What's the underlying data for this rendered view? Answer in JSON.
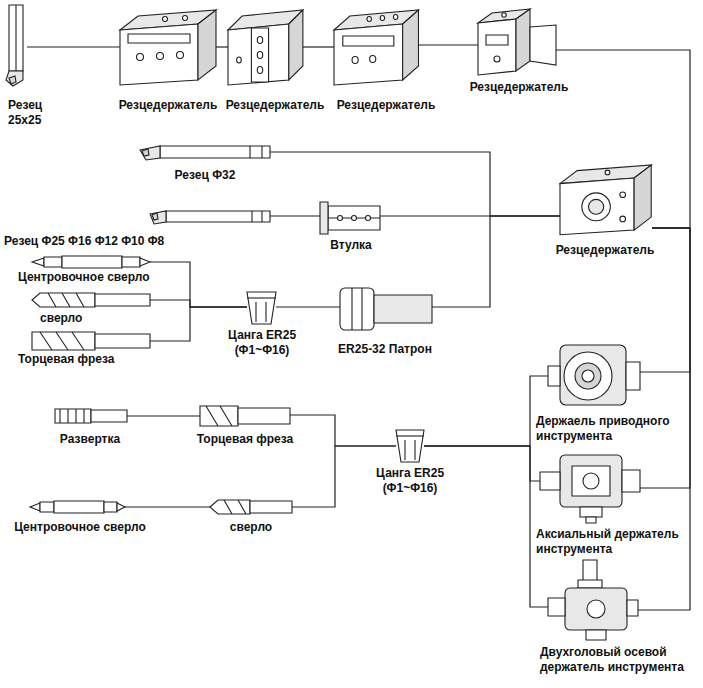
{
  "diagram": {
    "nodes": [
      {
        "text": [
          "Резец 25x25"
        ]
      },
      {
        "text": [
          "Резцедержатель"
        ]
      },
      {
        "text": [
          "Резцедержатель"
        ]
      },
      {
        "text": [
          "Резцедержатель"
        ]
      },
      {
        "text": [
          "Резцедержатель"
        ]
      },
      {
        "text": [
          "Резец Φ32"
        ]
      },
      {
        "text": [
          "Резец Φ25 Φ16 Φ12 Φ10 Φ8"
        ]
      },
      {
        "text": [
          "Втулка"
        ]
      },
      {
        "text": [
          "Резцедержатель"
        ]
      },
      {
        "text": [
          "Центровочное сверло"
        ]
      },
      {
        "text": [
          "сверло"
        ]
      },
      {
        "text": [
          "Торцевая фреза"
        ]
      },
      {
        "text": [
          "Цанга ER25 (Φ1~Φ16)"
        ]
      },
      {
        "text": [
          "ER25-32 Патрон"
        ]
      },
      {
        "text": [
          "Держаель приводного инструмента"
        ]
      },
      {
        "text": [
          "Аксиальный держатель инструмента"
        ]
      },
      {
        "text": [
          "Двухголовый осевой держатель инструмента"
        ]
      },
      {
        "text": [
          "Развертка"
        ]
      },
      {
        "text": [
          "Торцевая фреза"
        ]
      },
      {
        "text": [
          "Центровочное сверло"
        ]
      },
      {
        "text": [
          "сверло"
        ]
      },
      {
        "text": [
          "Цанга ER25 (Φ1~Φ16)"
        ]
      }
    ],
    "edges": [
      {
        "from": 0,
        "to": 1,
        "arrow": "none"
      },
      {
        "from": 1,
        "to": 2,
        "arrow": "none"
      },
      {
        "from": 2,
        "to": 3,
        "arrow": "none"
      },
      {
        "from": 3,
        "to": 4,
        "arrow": "none"
      },
      {
        "from": 4,
        "to": 8,
        "arrow": "none"
      },
      {
        "from": 5,
        "to": 8,
        "arrow": "none"
      },
      {
        "from": 6,
        "to": 7,
        "arrow": "none"
      },
      {
        "from": 7,
        "to": 8,
        "arrow": "none"
      },
      {
        "from": 9,
        "to": 12,
        "arrow": "none"
      },
      {
        "from": 10,
        "to": 12,
        "arrow": "none"
      },
      {
        "from": 11,
        "to": 12,
        "arrow": "none"
      },
      {
        "from": 12,
        "to": 13,
        "arrow": "none"
      },
      {
        "from": 13,
        "to": 8,
        "arrow": "none"
      },
      {
        "from": 8,
        "to": 14,
        "arrow": "none"
      },
      {
        "from": 8,
        "to": 15,
        "arrow": "none"
      },
      {
        "from": 8,
        "to": 16,
        "arrow": "none"
      },
      {
        "from": 17,
        "to": 18,
        "arrow": "none"
      },
      {
        "from": 19,
        "to": 20,
        "arrow": "none"
      },
      {
        "from": 18,
        "to": 21,
        "arrow": "none"
      },
      {
        "from": 20,
        "to": 21,
        "arrow": "none"
      },
      {
        "from": 21,
        "to": 14,
        "arrow": "none"
      },
      {
        "from": 21,
        "to": 15,
        "arrow": "none"
      },
      {
        "from": 21,
        "to": 16,
        "arrow": "none"
      }
    ]
  }
}
